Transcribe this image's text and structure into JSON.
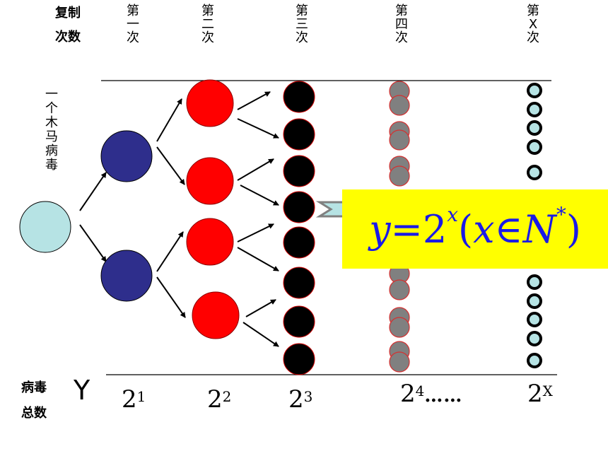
{
  "header": {
    "row_label_line1": "复制",
    "row_label_line2": "次数",
    "generations": [
      "第一次",
      "第二次",
      "第三次",
      "第四次",
      "第X次"
    ]
  },
  "side_label": "一个木马病毒",
  "footer": {
    "label_line1": "病毒",
    "label_line2": "总数",
    "y_symbol": "Y",
    "base": "2",
    "exponents": [
      "1",
      "2",
      "3",
      "4",
      "X"
    ],
    "ellipsis": "……"
  },
  "formula": {
    "lhs": "y",
    "eq": "=",
    "base": "2",
    "exp": "x",
    "domain_open": "(",
    "var": "x",
    "in": "∈",
    "set": "N",
    "star": "*",
    "domain_close": ")"
  },
  "colors": {
    "root": "#b6e3e4",
    "gen1": "#2e2e8c",
    "gen2": "#ff0000",
    "gen3": "#000000",
    "gen4": "#808080",
    "genX_ring": "#000000",
    "genX_fill": "#b6e3e4",
    "formula_bg": "#ffff00",
    "formula_text": "#1a1ae6"
  }
}
